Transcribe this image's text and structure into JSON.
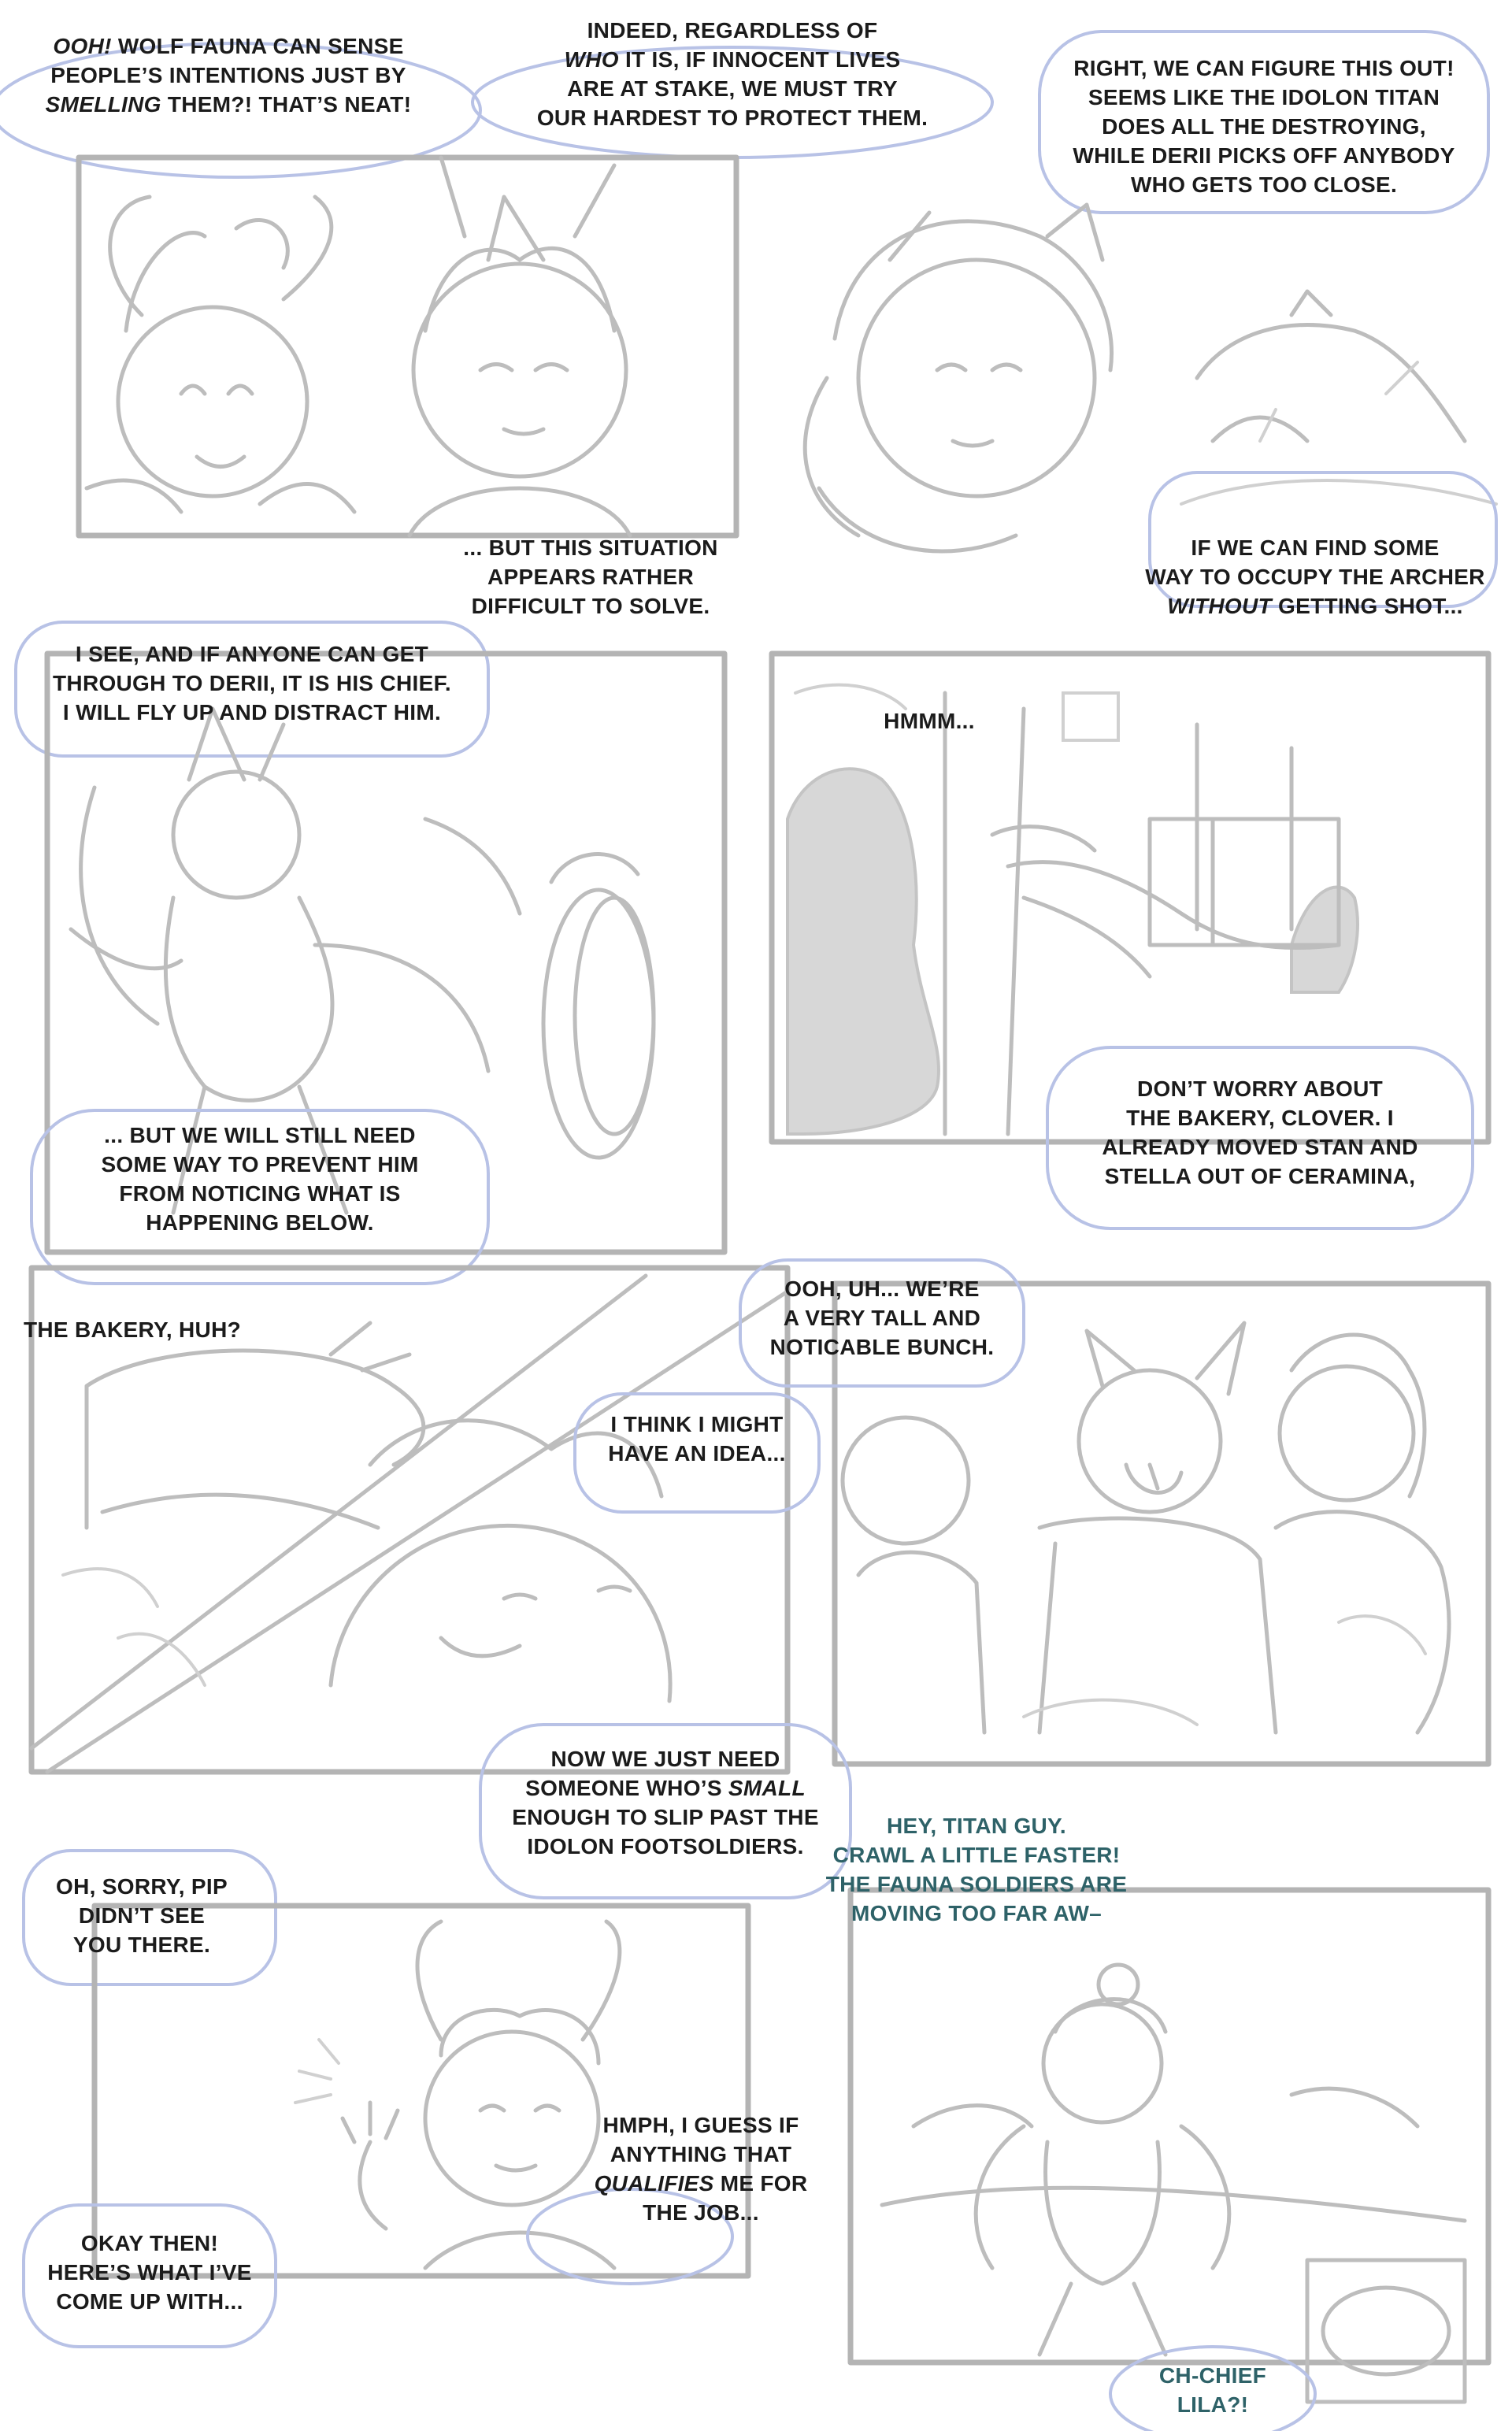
{
  "colors": {
    "background": "#ffffff",
    "panel_border": "#b4b4b4",
    "bubble_outline": "#b8c2e6",
    "text": "#1b1b1b",
    "teal_text": "#2e6268",
    "shadow_fill": "#d7d7d7"
  },
  "dialogue": {
    "b1": {
      "l1_em": "OOH!",
      "l1_rest": " WOLF FAUNA CAN SENSE",
      "l2": "PEOPLE’S INTENTIONS JUST BY",
      "l3_em": "SMELLING",
      "l3_rest": " THEM?! THAT’S NEAT!"
    },
    "b2": {
      "l1": "INDEED, REGARDLESS OF",
      "l2_em": "WHO",
      "l2_rest": " IT IS, IF INNOCENT LIVES",
      "l3": "ARE AT STAKE, WE MUST TRY",
      "l4": "OUR HARDEST TO PROTECT THEM."
    },
    "b3": {
      "l1": "RIGHT, WE CAN FIGURE THIS OUT!",
      "l2": "SEEMS LIKE THE IDOLON TITAN",
      "l3": "DOES ALL THE DESTROYING,",
      "l4": "WHILE DERII PICKS OFF ANYBODY",
      "l5": "WHO GETS TOO CLOSE."
    },
    "b4": {
      "l1": "... BUT THIS SITUATION",
      "l2": "APPEARS RATHER",
      "l3": "DIFFICULT TO SOLVE."
    },
    "b5": {
      "l1": "IF WE CAN FIND SOME",
      "l2": "WAY TO OCCUPY THE ARCHER",
      "l3_em": "WITHOUT",
      "l3_rest": " GETTING SHOT..."
    },
    "b6": {
      "l1": "I SEE, AND IF ANYONE CAN GET",
      "l2": "THROUGH TO DERII, IT IS HIS CHIEF.",
      "l3": "I WILL FLY UP AND DISTRACT HIM."
    },
    "b7": {
      "l1": "HMMM..."
    },
    "b8": {
      "l1": "... BUT WE WILL STILL NEED",
      "l2": "SOME WAY TO PREVENT HIM",
      "l3": "FROM NOTICING WHAT IS",
      "l4": "HAPPENING BELOW."
    },
    "b9": {
      "l1": "DON’T WORRY ABOUT",
      "l2": "THE BAKERY, CLOVER. I",
      "l3": "ALREADY MOVED STAN AND",
      "l4": "STELLA OUT OF CERAMINA,"
    },
    "b10": {
      "l1": "OOH, UH... WE’RE",
      "l2": "A VERY TALL AND",
      "l3": "NOTICABLE BUNCH."
    },
    "b11": {
      "l1": "THE BAKERY, HUH?"
    },
    "b12": {
      "l1": "I THINK I MIGHT",
      "l2": "HAVE AN IDEA..."
    },
    "b13": {
      "l1": "NOW WE JUST NEED",
      "l2_pre": "SOMEONE WHO’S ",
      "l2_em": "SMALL",
      "l3": "ENOUGH TO SLIP PAST THE",
      "l4": "IDOLON FOOTSOLDIERS."
    },
    "b14": {
      "l1": "HEY, TITAN GUY.",
      "l2": "CRAWL A LITTLE FASTER!",
      "l3": "THE FAUNA SOLDIERS ARE",
      "l4": "MOVING TOO FAR AW–"
    },
    "b15": {
      "l1": "OH, SORRY, PIP",
      "l2": "DIDN’T SEE",
      "l3": "YOU THERE."
    },
    "b16": {
      "l1": "HMPH, I GUESS IF",
      "l2": "ANYTHING THAT",
      "l3_em": "QUALIFIES",
      "l3_rest": " ME FOR",
      "l4": "THE JOB..."
    },
    "b17": {
      "l1": "OKAY THEN!",
      "l2": "HERE’S WHAT I’VE",
      "l3": "COME UP WITH..."
    },
    "b18": {
      "l1": "CH-CHIEF",
      "l2": "LILA?!"
    }
  }
}
